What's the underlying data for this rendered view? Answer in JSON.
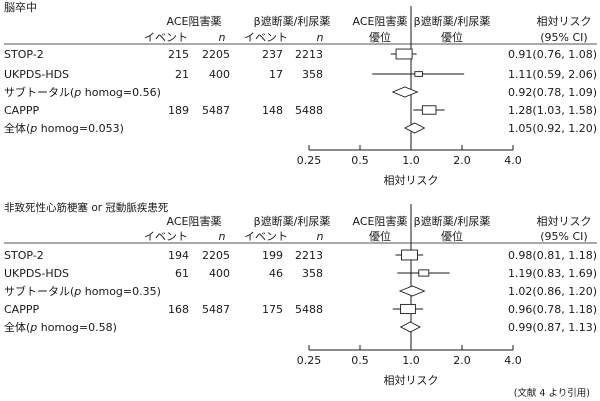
{
  "chart_data": [
    {
      "type": "forest",
      "title": "脳卒中",
      "column_headers": {
        "group1": "ACE阻害薬",
        "group2": "β遮断薬/利尿薬",
        "events": "イベント",
        "n": "n",
        "favours_left_line1": "ACE阻害薬",
        "favours_left_line2": "優位",
        "favours_right_line1": "β遮断薬/利尿薬",
        "favours_right_line2": "優位",
        "rr_line1": "相対リスク",
        "rr_line2": "(95% CI)"
      },
      "rows": [
        {
          "label": "STOP-2",
          "ev1": "215",
          "n1": "2205",
          "ev2": "237",
          "n2": "2213",
          "rr": 0.91,
          "lo": 0.76,
          "hi": 1.08,
          "rr_text": "0.91(0.76, 1.08)",
          "kind": "study",
          "weight": 1.0
        },
        {
          "label": "UKPDS-HDS",
          "ev1": "21",
          "n1": "400",
          "ev2": "17",
          "n2": "358",
          "rr": 1.11,
          "lo": 0.59,
          "hi": 2.06,
          "rr_text": "1.11(0.59, 2.06)",
          "kind": "study",
          "weight": 0.3
        },
        {
          "label": "サブトータル(p homog=0.56)",
          "rr": 0.92,
          "lo": 0.78,
          "hi": 1.09,
          "rr_text": "0.92(0.78, 1.09)",
          "kind": "summary"
        },
        {
          "label": "CAPPP",
          "ev1": "189",
          "n1": "5487",
          "ev2": "148",
          "n2": "5488",
          "rr": 1.28,
          "lo": 1.03,
          "hi": 1.58,
          "rr_text": "1.28(1.03, 1.58)",
          "kind": "study",
          "weight": 0.8
        },
        {
          "label": "全体(p homog=0.053)",
          "rr": 1.05,
          "lo": 0.92,
          "hi": 1.2,
          "rr_text": "1.05(0.92, 1.20)",
          "kind": "summary"
        }
      ],
      "x_scale": "log",
      "xlim": [
        0.25,
        4.0
      ],
      "x_ticks": [
        "0.25",
        "0.5",
        "1.0",
        "2.0",
        "4.0"
      ],
      "xlabel": "相対リスク"
    },
    {
      "type": "forest",
      "title": "非致死性心筋梗塞 or 冠動脈疾患死",
      "column_headers": {
        "group1": "ACE阻害薬",
        "group2": "β遮断薬/利尿薬",
        "events": "イベント",
        "n": "n",
        "favours_left_line1": "ACE阻害薬",
        "favours_left_line2": "優位",
        "favours_right_line1": "β遮断薬/利尿薬",
        "favours_right_line2": "優位",
        "rr_line1": "相対リスク",
        "rr_line2": "(95% CI)"
      },
      "rows": [
        {
          "label": "STOP-2",
          "ev1": "194",
          "n1": "2205",
          "ev2": "199",
          "n2": "2213",
          "rr": 0.98,
          "lo": 0.81,
          "hi": 1.18,
          "rr_text": "0.98(0.81, 1.18)",
          "kind": "study",
          "weight": 1.0
        },
        {
          "label": "UKPDS-HDS",
          "ev1": "61",
          "n1": "400",
          "ev2": "46",
          "n2": "358",
          "rr": 1.19,
          "lo": 0.83,
          "hi": 1.69,
          "rr_text": "1.19(0.83, 1.69)",
          "kind": "study",
          "weight": 0.5
        },
        {
          "label": "サブトータル(p homog=0.35)",
          "rr": 1.02,
          "lo": 0.86,
          "hi": 1.2,
          "rr_text": "1.02(0.86, 1.20)",
          "kind": "summary"
        },
        {
          "label": "CAPPP",
          "ev1": "168",
          "n1": "5487",
          "ev2": "175",
          "n2": "5488",
          "rr": 0.96,
          "lo": 0.78,
          "hi": 1.18,
          "rr_text": "0.96(0.78, 1.18)",
          "kind": "study",
          "weight": 0.9
        },
        {
          "label": "全体(p homog=0.58)",
          "rr": 0.99,
          "lo": 0.87,
          "hi": 1.13,
          "rr_text": "0.99(0.87, 1.13)",
          "kind": "summary"
        }
      ],
      "x_scale": "log",
      "xlim": [
        0.25,
        4.0
      ],
      "x_ticks": [
        "0.25",
        "0.5",
        "1.0",
        "2.0",
        "4.0"
      ],
      "xlabel": "相対リスク"
    }
  ],
  "source_note": "(文献 4 より引用)",
  "colors": {
    "ink": "#1a1a1a",
    "box_fill": "#ffffff"
  }
}
